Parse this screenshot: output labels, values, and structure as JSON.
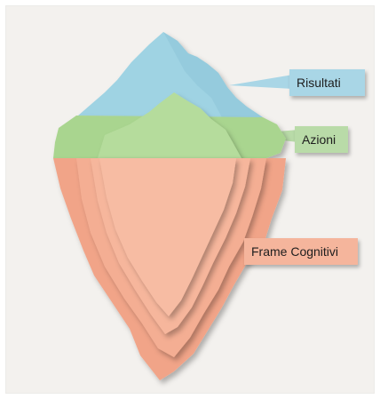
{
  "diagram": {
    "type": "iceberg",
    "layers": [
      {
        "id": "results",
        "label": "Risultati",
        "color": "#9fd3e3"
      },
      {
        "id": "actions",
        "label": "Azioni",
        "color": "#a9d58f"
      },
      {
        "id": "frames",
        "label": "Frame Cognitivi",
        "color": "#f1a488"
      }
    ],
    "background": "#f3f1ee"
  }
}
